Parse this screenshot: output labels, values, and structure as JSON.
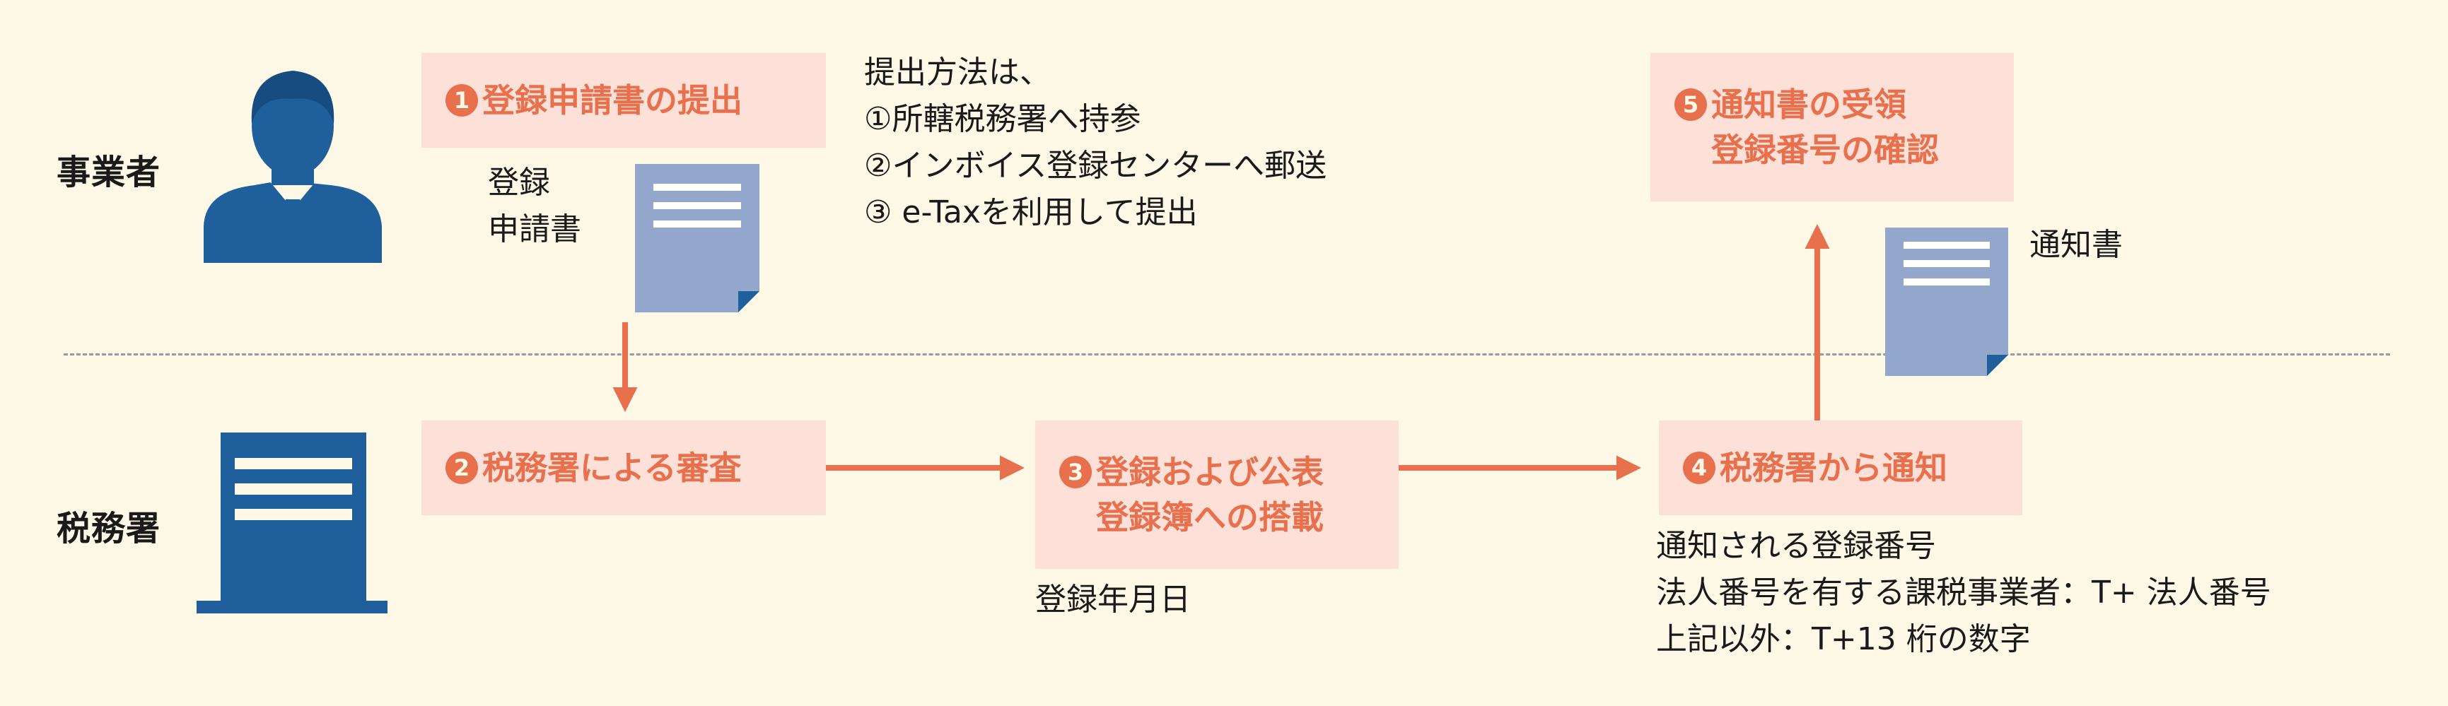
{
  "lanes": {
    "business": "事業者",
    "tax_office": "税務署"
  },
  "steps": [
    {
      "num": "1",
      "lines": [
        "登録申請書の提出"
      ]
    },
    {
      "num": "2",
      "lines": [
        "税務署による審査"
      ]
    },
    {
      "num": "3",
      "lines": [
        "登録および公表",
        "登録簿への搭載"
      ]
    },
    {
      "num": "4",
      "lines": [
        "税務署から通知"
      ]
    },
    {
      "num": "5",
      "lines": [
        "通知書の受領",
        "登録番号の確認"
      ]
    }
  ],
  "document_labels": {
    "application": [
      "登録",
      "申請書"
    ],
    "notice": "通知書"
  },
  "submission_methods": [
    "提出方法は、",
    "①所轄税務署へ持参",
    "②インボイス登録センターへ郵送",
    "③ e-Taxを利用して提出"
  ],
  "registration_date": "登録年月日",
  "number_notes": [
    "通知される登録番号",
    "法人番号を有する課税事業者：T+ 法人番号",
    "上記以外：T+13 桁の数字"
  ],
  "colors": {
    "accent": "#e8704d",
    "box": "#fde1d8",
    "icon_blue": "#1f5f9c",
    "doc": "#93a6cc"
  },
  "icons": [
    "businessman-icon",
    "office-building-icon",
    "document-icon"
  ]
}
